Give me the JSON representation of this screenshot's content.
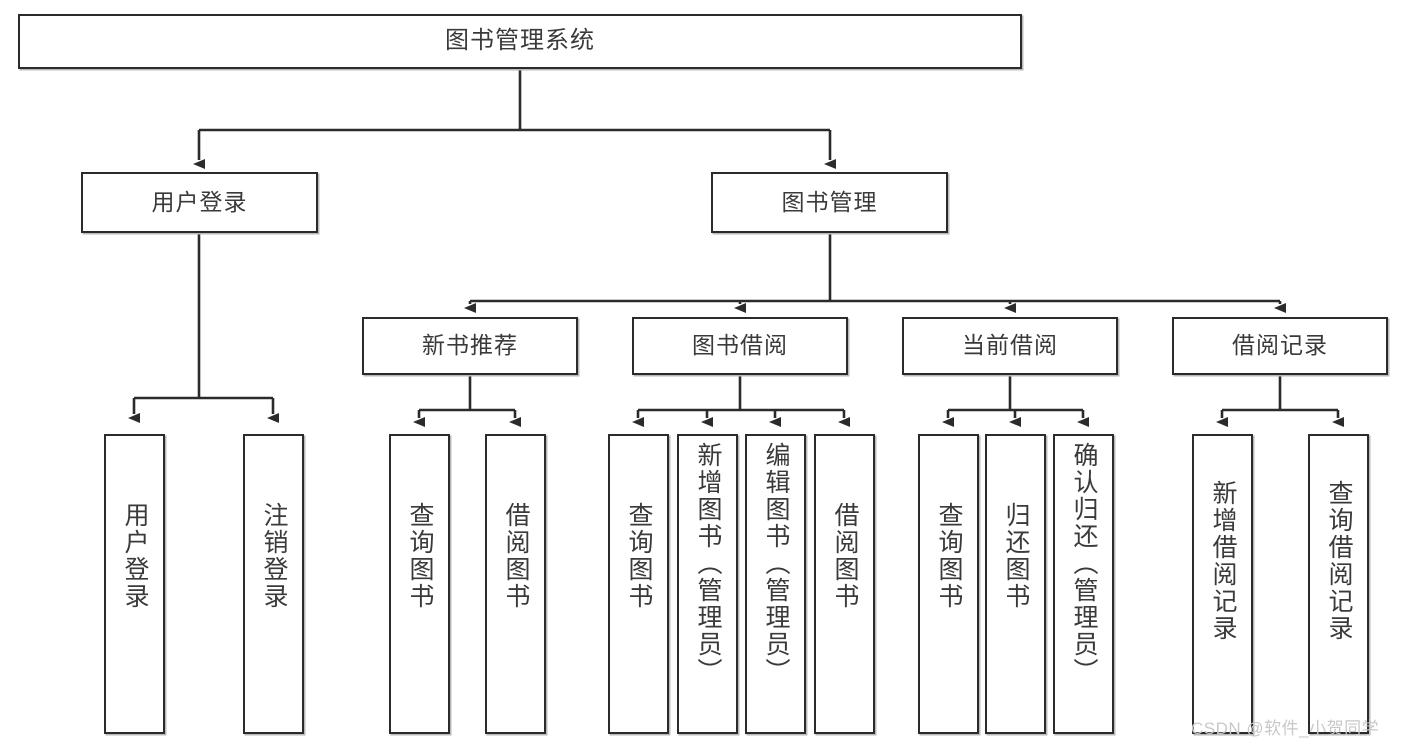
{
  "diagram": {
    "title": "图书管理系统",
    "type": "tree",
    "root": {
      "label": "图书管理系统"
    },
    "level2": [
      {
        "label": "用户登录"
      },
      {
        "label": "图书管理"
      }
    ],
    "level3": [
      {
        "label": "新书推荐"
      },
      {
        "label": "图书借阅"
      },
      {
        "label": "当前借阅"
      },
      {
        "label": "借阅记录"
      }
    ],
    "leaves_user_login": [
      {
        "label": "用户登录"
      },
      {
        "label": "注销登录"
      }
    ],
    "leaves_new_book": [
      {
        "label": "查询图书"
      },
      {
        "label": "借阅图书"
      }
    ],
    "leaves_book_borrow": [
      {
        "label": "查询图书"
      },
      {
        "label": "新增图书（管理员）"
      },
      {
        "label": "编辑图书（管理员）"
      },
      {
        "label": "借阅图书"
      }
    ],
    "leaves_current_borrow": [
      {
        "label": "查询图书"
      },
      {
        "label": "归还图书"
      },
      {
        "label": "确认归还（管理员）"
      }
    ],
    "leaves_borrow_record": [
      {
        "label": "新增借阅记录"
      },
      {
        "label": "查询借阅记录"
      }
    ]
  },
  "watermark": {
    "text": "CSDN @软件_小贺同学"
  },
  "colors": {
    "stroke": "#2b2b2b",
    "fill": "#ffffff",
    "text": "#3a3a3a",
    "shadow": "#b9b9b9",
    "watermark": "#c8c8c8"
  }
}
